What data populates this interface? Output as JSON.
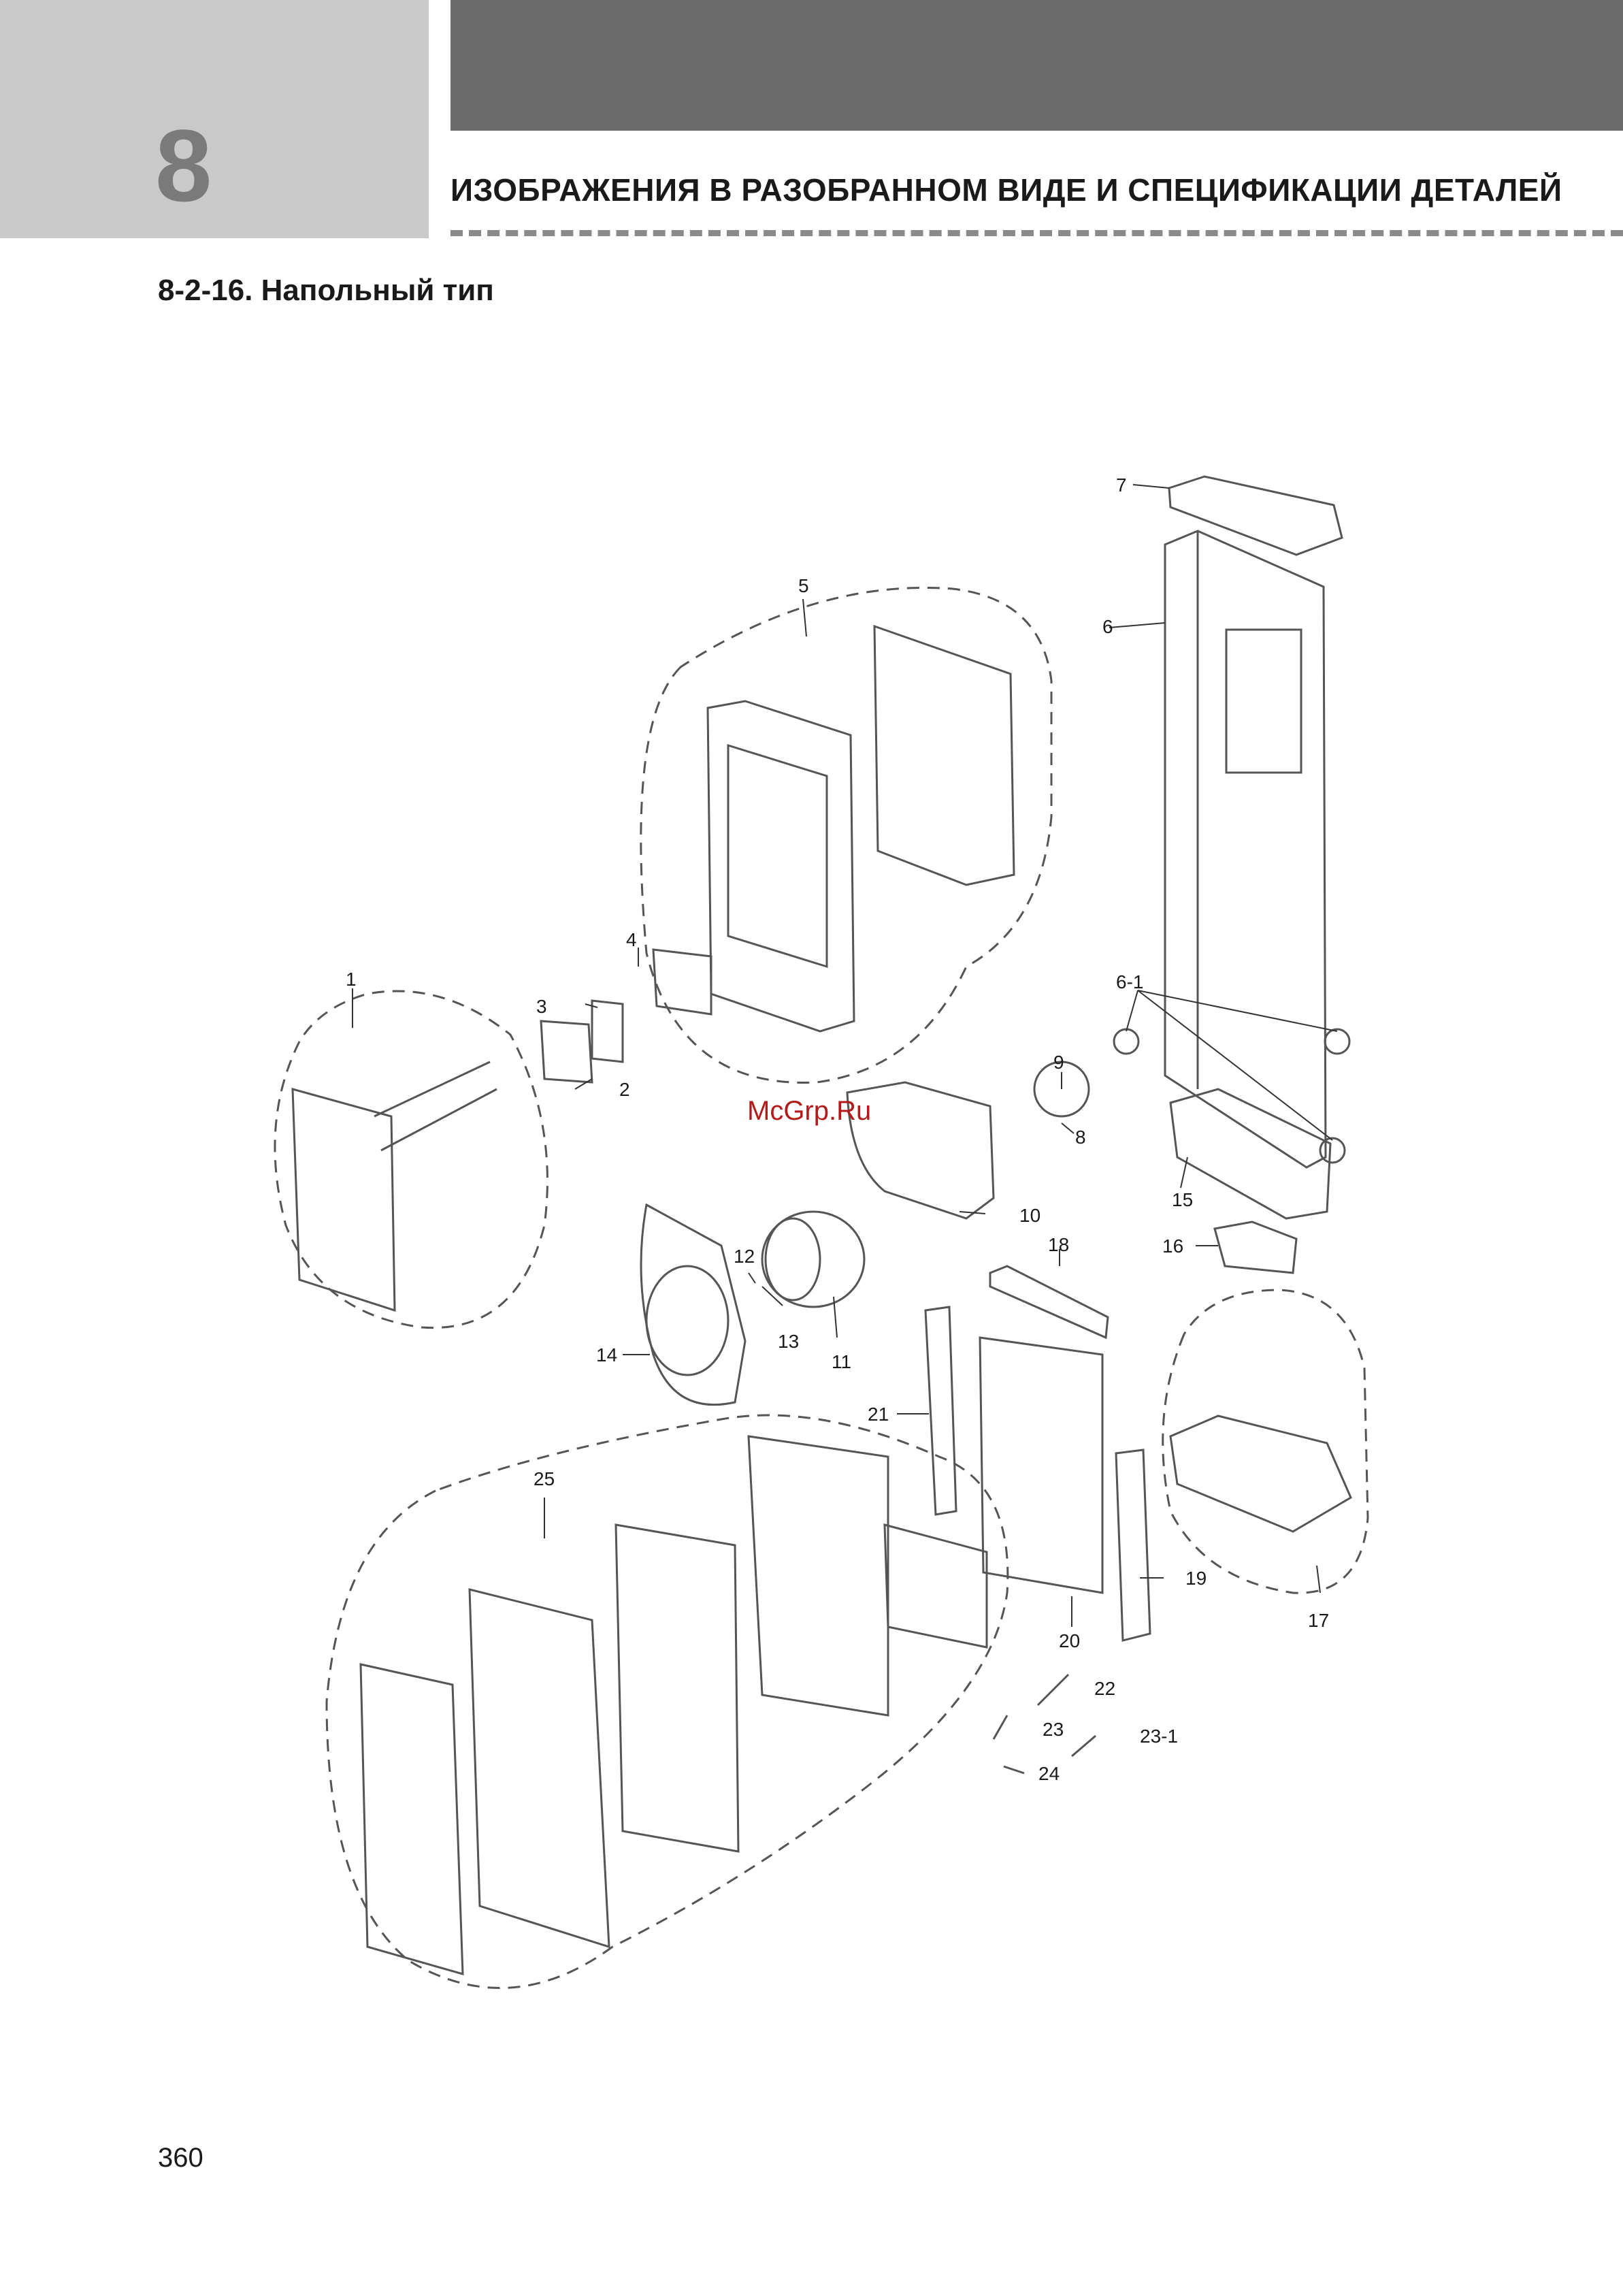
{
  "header": {
    "chapter_number": "8",
    "chapter_title": "ИЗОБРАЖЕНИЯ В РАЗОБРАННОМ ВИДЕ И СПЕЦИФИКАЦИИ ДЕТАЛЕЙ"
  },
  "section_title": "8-2-16. Напольный тип",
  "watermark": "McGrp.Ru",
  "part_labels": [
    "1",
    "2",
    "3",
    "4",
    "5",
    "6",
    "6-1",
    "7",
    "8",
    "9",
    "10",
    "11",
    "12",
    "13",
    "14",
    "15",
    "16",
    "17",
    "18",
    "19",
    "20",
    "21",
    "22",
    "23",
    "23-1",
    "24",
    "25"
  ],
  "page_number": "360"
}
